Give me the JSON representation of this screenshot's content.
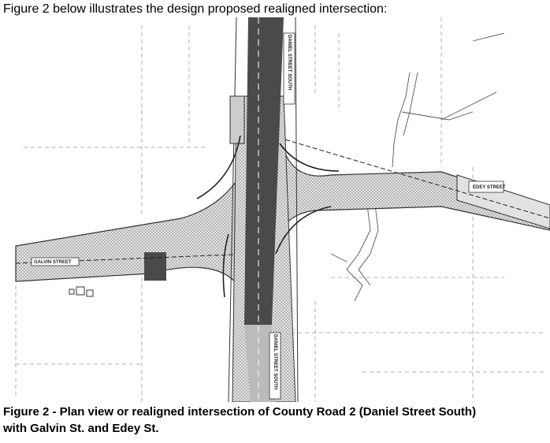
{
  "document": {
    "intro_text": "Figure 2 below illustrates the design proposed realigned intersection:",
    "caption_line1": "Figure 2 - Plan view or realigned intersection of County Road 2 (Daniel Street South)",
    "caption_line2": "with Galvin St. and Edey St."
  },
  "plan": {
    "street_labels": {
      "daniel_street_north": "DANIEL STREET SOUTH",
      "daniel_street_south": "DANIEL STREET SOUTH",
      "galvin_street": "GALVIN STREET",
      "edey_street": "EDEY STREET"
    },
    "colors": {
      "asphalt_dark": "#4a4a4a",
      "stipple_fill": "#cfcfcf",
      "linework": "#333333"
    }
  }
}
